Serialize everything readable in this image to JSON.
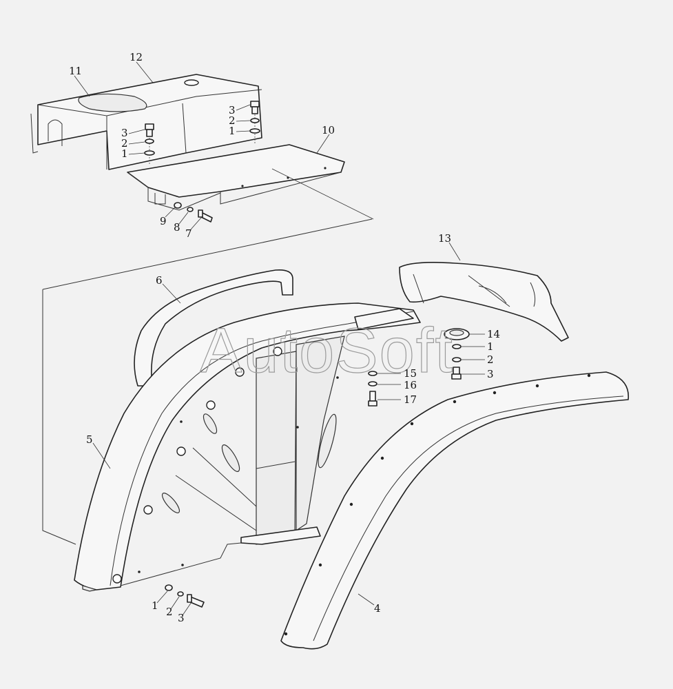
{
  "watermark": "AutoSoft",
  "callouts": {
    "c1a": "1",
    "c1b": "1",
    "c1c": "1",
    "c1d": "1",
    "c2a": "2",
    "c2b": "2",
    "c2c": "2",
    "c2d": "2",
    "c3a": "3",
    "c3b": "3",
    "c3c": "3",
    "c3d": "3",
    "c4": "4",
    "c5": "5",
    "c6": "6",
    "c7": "7",
    "c8": "8",
    "c9": "9",
    "c10": "10",
    "c11": "11",
    "c12": "12",
    "c13": "13",
    "c14": "14",
    "c15": "15",
    "c16": "16",
    "c17": "17"
  }
}
